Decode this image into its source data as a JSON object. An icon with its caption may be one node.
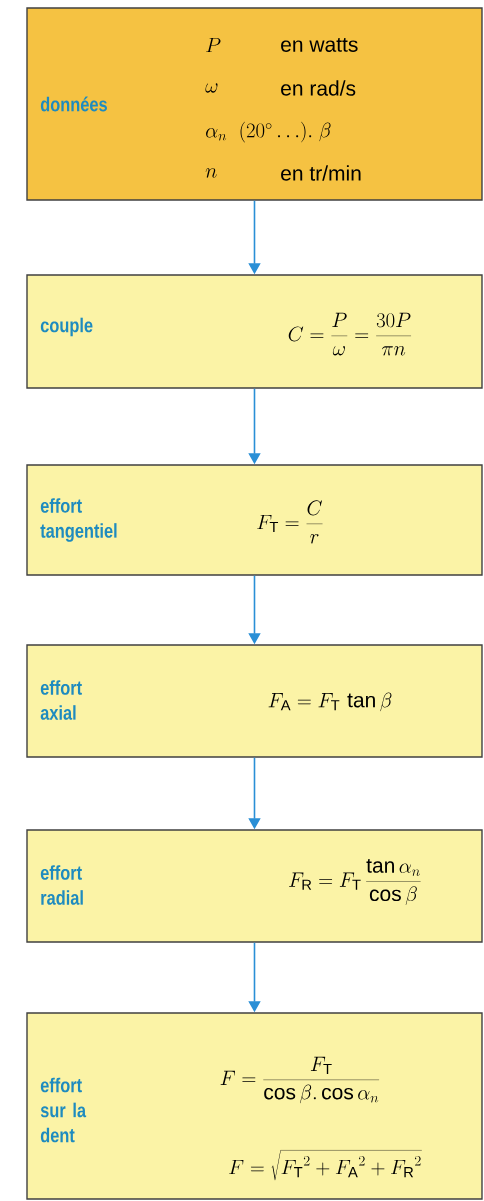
{
  "diagram": {
    "nodes": [
      {
        "text": [
          "données",
          "P",
          "en watts",
          "\\omega",
          "en rad/s",
          "\\alpha_n\\ \\ (20^{\\circ}\\ldots).\\ \\beta",
          "n",
          "en tr/min"
        ]
      },
      {
        "text": [
          "couple",
          "C = \\frac{P}{\\omega} = \\frac{30P}{\\pi n}"
        ]
      },
      {
        "text": [
          "effort tangentiel",
          "F_\\mathrm{T} = \\frac{C}{r}"
        ]
      },
      {
        "text": [
          "effort axial",
          "F_\\mathrm{A} = F_\\mathrm{T}\\,\\tan\\beta"
        ]
      },
      {
        "text": [
          "effort radial",
          "F_\\mathrm{R} = F_\\mathrm{T}\\,\\frac{\\tan\\alpha_n}{\\cos\\beta}"
        ]
      },
      {
        "text": [
          "effort sur la dent",
          "F = \\frac{F_\\mathrm{T}}{\\cos\\beta.\\cos\\alpha_n}",
          "F = \\sqrt{{F_\\mathrm{T}}^2 + {F_\\mathrm{A}}^2 + {F_\\mathrm{R}}^2}"
        ]
      }
    ],
    "edges": [
      {
        "from": 0,
        "to": 1,
        "arrow": "to"
      },
      {
        "from": 1,
        "to": 2,
        "arrow": "to"
      },
      {
        "from": 2,
        "to": 3,
        "arrow": "to"
      },
      {
        "from": 3,
        "to": 4,
        "arrow": "to"
      },
      {
        "from": 4,
        "to": 5,
        "arrow": "to"
      }
    ]
  }
}
